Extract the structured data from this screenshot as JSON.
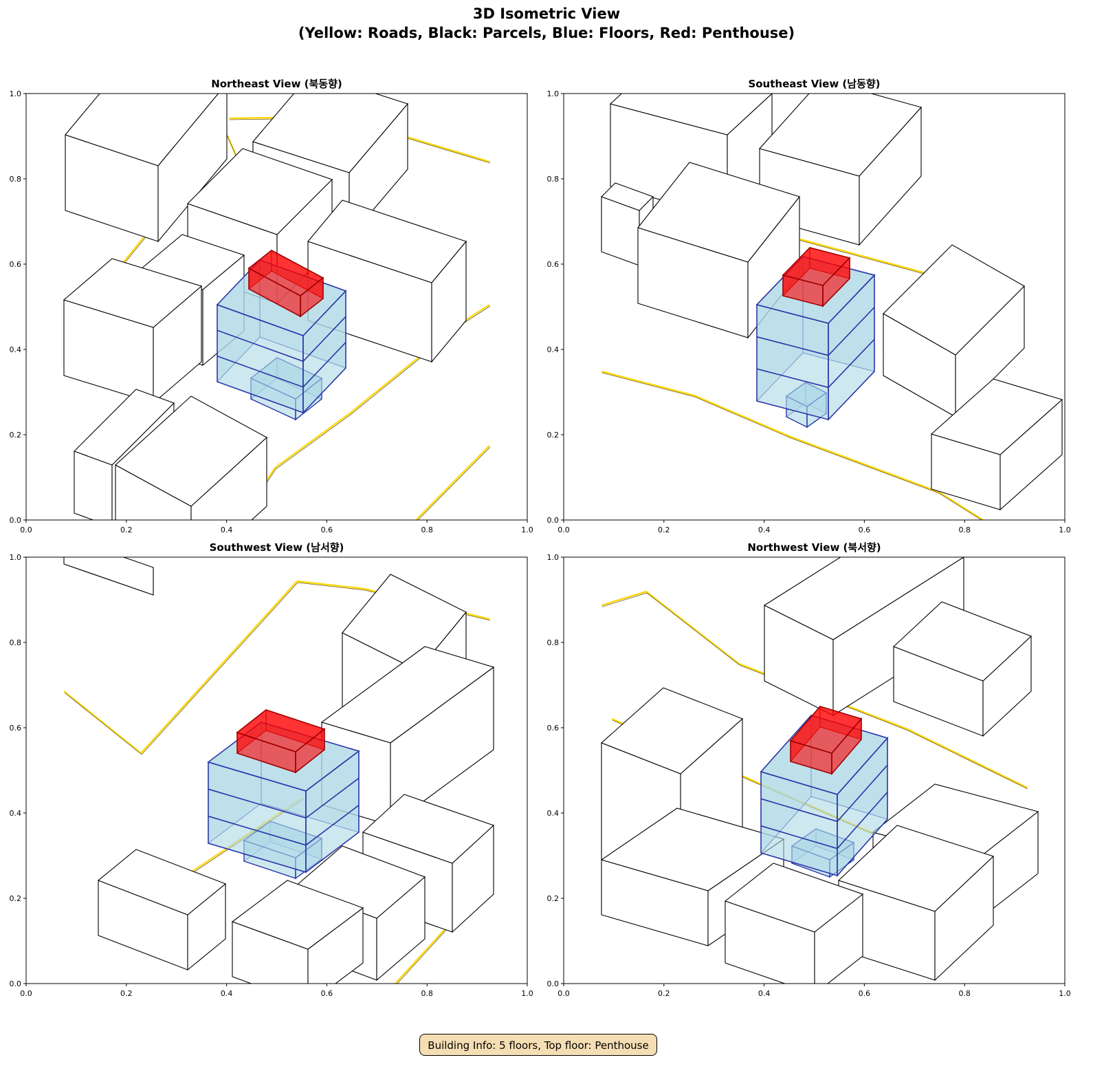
{
  "figure": {
    "title_line1": "3D Isometric View",
    "title_line2": "(Yellow: Roads, Black: Parcels, Blue: Floors, Red: Penthouse)",
    "info_box": "Building Info: 5 floors, Top floor: Penthouse"
  },
  "colors": {
    "roads": "#ffd700",
    "parcels": "#000000",
    "floors": "#add8e6",
    "floor_edges": "#2a35a8",
    "penthouse": "#ff0000"
  },
  "chart_data": {
    "type": "line",
    "title": "3D Isometric View (Yellow: Roads, Black: Parcels, Blue: Floors, Red: Penthouse)",
    "panels": [
      {
        "title": "Northeast View (북동향)",
        "xlim": [
          0,
          1
        ],
        "ylim": [
          0,
          1
        ]
      },
      {
        "title": "Southeast View (남동향)",
        "xlim": [
          0,
          1
        ],
        "ylim": [
          0,
          1
        ]
      },
      {
        "title": "Southwest View (남서향)",
        "xlim": [
          0,
          1
        ],
        "ylim": [
          0,
          1
        ]
      },
      {
        "title": "Northwest View (북서향)",
        "xlim": [
          0,
          1
        ],
        "ylim": [
          0,
          1
        ]
      }
    ],
    "xticks": [
      "0.0",
      "0.2",
      "0.4",
      "0.6",
      "0.8",
      "1.0"
    ],
    "yticks": [
      "0.0",
      "0.2",
      "0.4",
      "0.6",
      "0.8",
      "1.0"
    ],
    "legend": [
      "Yellow: Roads",
      "Black: Parcels",
      "Blue: Floors",
      "Red: Penthouse"
    ],
    "building": {
      "floors": 5,
      "top_floor": "Penthouse"
    },
    "grid": false
  }
}
